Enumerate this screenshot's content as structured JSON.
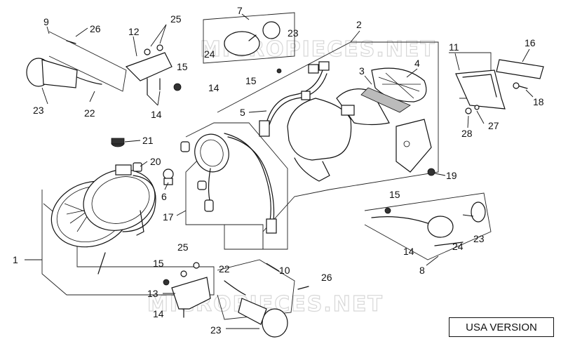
{
  "watermark": "MICROPIECES.NET",
  "version_label": "USA VERSION",
  "callouts": [
    "1",
    "2",
    "3",
    "4",
    "5",
    "6",
    "7",
    "8",
    "9",
    "10",
    "11",
    "12",
    "13",
    "14",
    "15",
    "16",
    "17",
    "18",
    "19",
    "20",
    "21",
    "22",
    "23",
    "24",
    "25",
    "26",
    "27",
    "28"
  ],
  "labels": {
    "c1": "1",
    "c2": "2",
    "c3": "3",
    "c4": "4",
    "c5": "5",
    "c6": "6",
    "c7": "7",
    "c8": "8",
    "c9": "9",
    "c10": "10",
    "c11": "11",
    "c12": "12",
    "c13": "13",
    "c14a": "14",
    "c14b": "14",
    "c14c": "14",
    "c14d": "14",
    "c15a": "15",
    "c15b": "15",
    "c15c": "15",
    "c15d": "15",
    "c16": "16",
    "c17": "17",
    "c18": "18",
    "c19": "19",
    "c20": "20",
    "c21": "21",
    "c22a": "22",
    "c22b": "22",
    "c23a": "23",
    "c23b": "23",
    "c23c": "23",
    "c23d": "23",
    "c24a": "24",
    "c24b": "24",
    "c25a": "25",
    "c25b": "25",
    "c26a": "26",
    "c26b": "26",
    "c27": "27",
    "c28": "28"
  }
}
